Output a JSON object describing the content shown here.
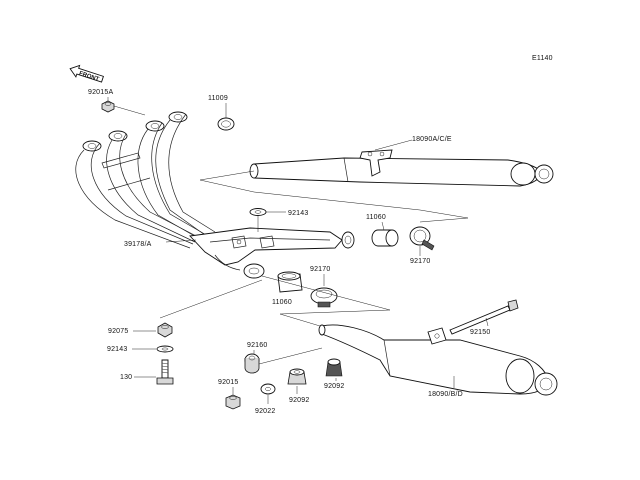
{
  "diagram": {
    "code": "E1140",
    "front_marker": "FRONT",
    "labels": {
      "p92015A": "92015A",
      "p11009": "11009",
      "p18090ACE": "18090A/C/E",
      "p92143_top": "92143",
      "p11060_top": "11060",
      "p39178A": "39178/A",
      "p92170_right": "92170",
      "p92170_mid": "92170",
      "p11060_mid": "11060",
      "p92075": "92075",
      "p92143_left": "92143",
      "p130": "130",
      "p92160": "92160",
      "p92150": "92150",
      "p92015": "92015",
      "p92092_a": "92092",
      "p92092_b": "92092",
      "p92022": "92022",
      "p18090BD": "18090/B/D"
    }
  }
}
